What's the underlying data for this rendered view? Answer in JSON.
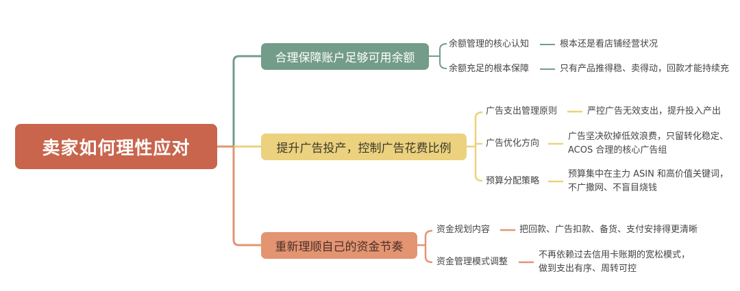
{
  "root": {
    "label": "卖家如何理性应对",
    "color": "#c8654c"
  },
  "branches": [
    {
      "label": "合理保障账户足够可用余额",
      "color": "#739c8a",
      "children": [
        {
          "label": "余额管理的核心认知",
          "desc": [
            "根本还是看店铺经营状况"
          ]
        },
        {
          "label": "余额充足的根本保障",
          "desc": [
            "只有产品推得稳、卖得动，回款才能持续充"
          ]
        }
      ]
    },
    {
      "label": "提升广告投产，控制广告花费比例",
      "color": "#ecd17e",
      "children": [
        {
          "label": "广告支出管理原则",
          "desc": [
            "严控广告无效支出，提升投入产出"
          ]
        },
        {
          "label": "广告优化方向",
          "desc": [
            "广告坚决砍掉低效浪费，只留转化稳定、",
            "ACOS 合理的核心广告组"
          ]
        },
        {
          "label": "预算分配策略",
          "desc": [
            "预算集中在主力 ASIN 和高价值关键词，",
            "不广撒网、不盲目烧钱"
          ]
        }
      ]
    },
    {
      "label": "重新理顺自己的资金节奏",
      "color": "#e39471",
      "children": [
        {
          "label": "资金规划内容",
          "desc": [
            "把回款、广告扣款、备货、支付安排得更清晰"
          ]
        },
        {
          "label": "资金管理模式调整",
          "desc": [
            "不再依赖过去信用卡账期的宽松模式，",
            "做到支出有序、周转可控"
          ]
        }
      ]
    }
  ]
}
